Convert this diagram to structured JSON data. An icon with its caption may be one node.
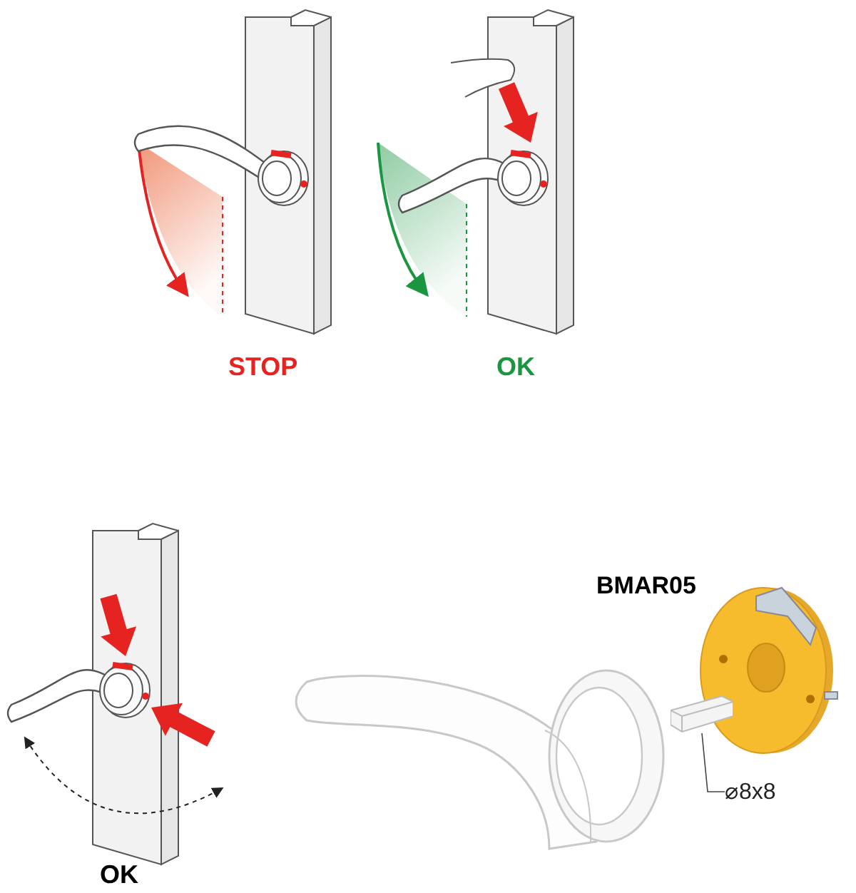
{
  "diagram": {
    "nodes": [
      {
        "text": [
          "⌀8x8"
        ]
      },
      {
        "text": [],
        "shape": "bar"
      }
    ],
    "edges": [
      {
        "from": 0,
        "to": 1,
        "arrow": "none"
      }
    ],
    "labels": [
      "STOP",
      "OK",
      "BMAR05",
      "OK"
    ]
  }
}
